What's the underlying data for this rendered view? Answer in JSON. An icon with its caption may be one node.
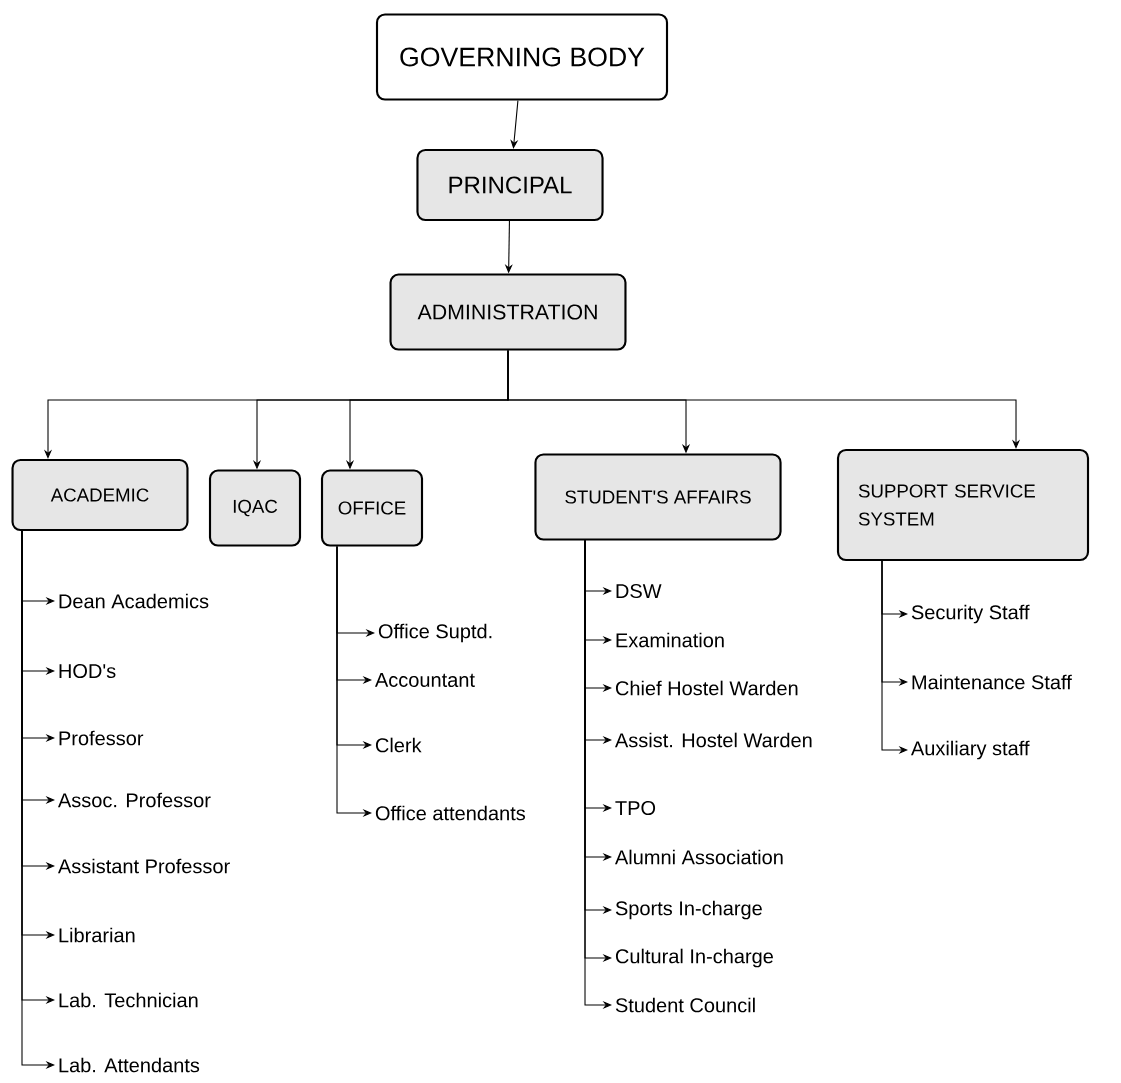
{
  "diagram": {
    "nodes": [
      {
        "text": [
          "GOVERNING BODY"
        ]
      },
      {
        "text": [
          "PRINCIPAL"
        ]
      },
      {
        "text": [
          "ADMINISTRATION"
        ]
      },
      {
        "text": [
          "ACADEMIC"
        ]
      },
      {
        "text": [
          "IQAC"
        ]
      },
      {
        "text": [
          "OFFICE"
        ]
      },
      {
        "text": [
          "STUDENT'S AFFAIRS"
        ]
      },
      {
        "text": [
          "SUPPORT SERVICE SYSTEM"
        ]
      },
      {
        "text": [
          "Dean Academics"
        ]
      },
      {
        "text": [
          "HOD's"
        ]
      },
      {
        "text": [
          "Professor"
        ]
      },
      {
        "text": [
          "Assoc. Professor"
        ]
      },
      {
        "text": [
          "Assistant Professor"
        ]
      },
      {
        "text": [
          "Librarian"
        ]
      },
      {
        "text": [
          "Lab. Technician"
        ]
      },
      {
        "text": [
          "Lab. Attendants"
        ]
      },
      {
        "text": [
          "Office Suptd."
        ]
      },
      {
        "text": [
          "Accountant"
        ]
      },
      {
        "text": [
          "Clerk"
        ]
      },
      {
        "text": [
          "Office attendants"
        ]
      },
      {
        "text": [
          "DSW"
        ]
      },
      {
        "text": [
          "Examination"
        ]
      },
      {
        "text": [
          "Chief Hostel Warden"
        ]
      },
      {
        "text": [
          "Assist. Hostel Warden"
        ]
      },
      {
        "text": [
          "TPO"
        ]
      },
      {
        "text": [
          "Alumni Association"
        ]
      },
      {
        "text": [
          "Sports In-charge"
        ]
      },
      {
        "text": [
          "Cultural In-charge"
        ]
      },
      {
        "text": [
          "Student Council"
        ]
      },
      {
        "text": [
          "Security Staff"
        ]
      },
      {
        "text": [
          "Maintenance Staff"
        ]
      },
      {
        "text": [
          "Auxiliary staff"
        ]
      }
    ],
    "edges": [
      {
        "from": 0,
        "to": 1,
        "arrow": "to"
      },
      {
        "from": 1,
        "to": 2,
        "arrow": "to"
      },
      {
        "from": 2,
        "to": 3,
        "arrow": "to"
      },
      {
        "from": 2,
        "to": 4,
        "arrow": "to"
      },
      {
        "from": 2,
        "to": 5,
        "arrow": "to"
      },
      {
        "from": 2,
        "to": 6,
        "arrow": "to"
      },
      {
        "from": 2,
        "to": 7,
        "arrow": "to"
      },
      {
        "from": 3,
        "to": 8,
        "arrow": "to"
      },
      {
        "from": 3,
        "to": 9,
        "arrow": "to"
      },
      {
        "from": 3,
        "to": 10,
        "arrow": "to"
      },
      {
        "from": 3,
        "to": 11,
        "arrow": "to"
      },
      {
        "from": 3,
        "to": 12,
        "arrow": "to"
      },
      {
        "from": 3,
        "to": 13,
        "arrow": "to"
      },
      {
        "from": 3,
        "to": 14,
        "arrow": "to"
      },
      {
        "from": 3,
        "to": 15,
        "arrow": "to"
      },
      {
        "from": 5,
        "to": 16,
        "arrow": "to"
      },
      {
        "from": 5,
        "to": 17,
        "arrow": "to"
      },
      {
        "from": 5,
        "to": 18,
        "arrow": "to"
      },
      {
        "from": 5,
        "to": 19,
        "arrow": "to"
      },
      {
        "from": 6,
        "to": 20,
        "arrow": "to"
      },
      {
        "from": 6,
        "to": 21,
        "arrow": "to"
      },
      {
        "from": 6,
        "to": 22,
        "arrow": "to"
      },
      {
        "from": 6,
        "to": 23,
        "arrow": "to"
      },
      {
        "from": 6,
        "to": 24,
        "arrow": "to"
      },
      {
        "from": 6,
        "to": 25,
        "arrow": "to"
      },
      {
        "from": 6,
        "to": 26,
        "arrow": "to"
      },
      {
        "from": 6,
        "to": 27,
        "arrow": "to"
      },
      {
        "from": 6,
        "to": 28,
        "arrow": "to"
      },
      {
        "from": 7,
        "to": 29,
        "arrow": "to"
      },
      {
        "from": 7,
        "to": 30,
        "arrow": "to"
      },
      {
        "from": 7,
        "to": 31,
        "arrow": "to"
      }
    ]
  }
}
